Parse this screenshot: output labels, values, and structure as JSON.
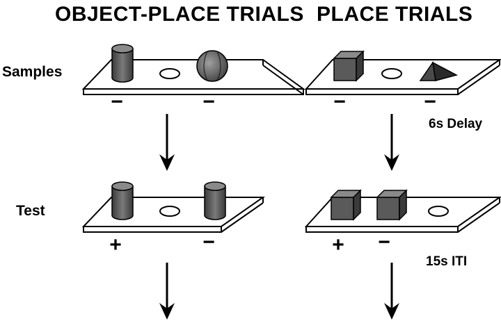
{
  "columns": {
    "left_title": "OBJECT-PLACE TRIALS",
    "right_title": "PLACE TRIALS"
  },
  "rows": {
    "samples_label": "Samples",
    "test_label": "Test"
  },
  "timing": {
    "delay_label": "6s Delay",
    "iti_label": "15s ITI"
  },
  "marks": {
    "minus": "−",
    "plus": "+"
  },
  "panels": [
    {
      "id": "object-place-samples",
      "objects": [
        "cylinder",
        "well",
        "ball"
      ],
      "marks": [
        "−",
        "−"
      ]
    },
    {
      "id": "place-samples",
      "objects": [
        "cube",
        "well",
        "pyramid"
      ],
      "marks": [
        "−",
        "−"
      ]
    },
    {
      "id": "object-place-test",
      "objects": [
        "cylinder",
        "well",
        "cylinder"
      ],
      "marks": [
        "+",
        "−"
      ]
    },
    {
      "id": "place-test",
      "objects": [
        "cube",
        "cube",
        "well"
      ],
      "marks": [
        "+",
        "−"
      ]
    }
  ],
  "colors": {
    "ink": "#000000",
    "object_fill": "#5a5a5a",
    "board": "#ffffff"
  }
}
